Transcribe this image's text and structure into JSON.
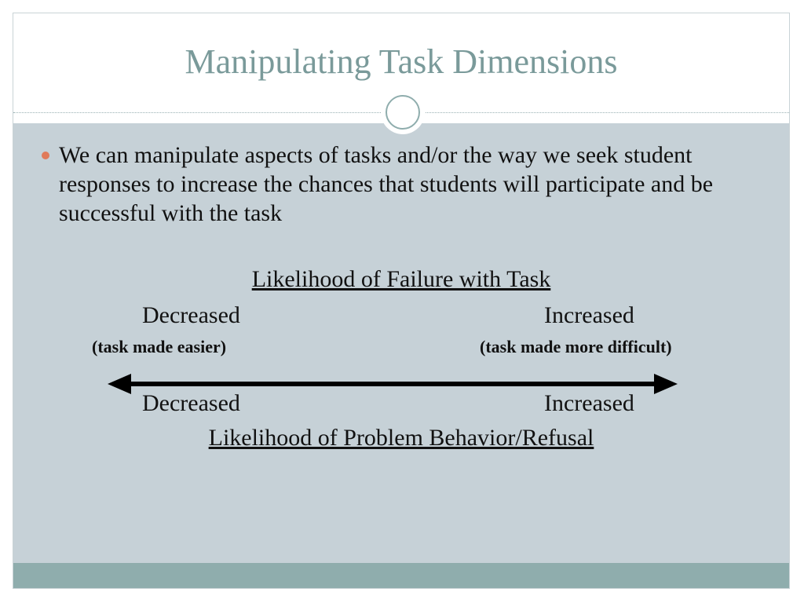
{
  "slide": {
    "title": "Manipulating Task Dimensions",
    "bullet": "We can manipulate aspects of tasks and/or the way we seek student responses to increase the chances that students will participate and be successful with the task"
  },
  "diagram": {
    "top_heading": "Likelihood of Failure with Task",
    "top_left": "Decreased",
    "top_right": "Increased",
    "top_left_note": "(task made easier)",
    "top_right_note": "(task made more difficult)",
    "bottom_left": "Decreased",
    "bottom_right": "Increased",
    "bottom_heading": "Likelihood of Problem Behavior/Refusal"
  },
  "colors": {
    "title": "#7a9a9a",
    "panel": "#c6d1d7",
    "footer": "#8fadad",
    "bullet": "#e07a5a"
  },
  "icons": {
    "bullet": "circle-bullet-icon",
    "ornament": "ring-ornament-icon",
    "arrow": "double-headed-arrow-icon"
  }
}
